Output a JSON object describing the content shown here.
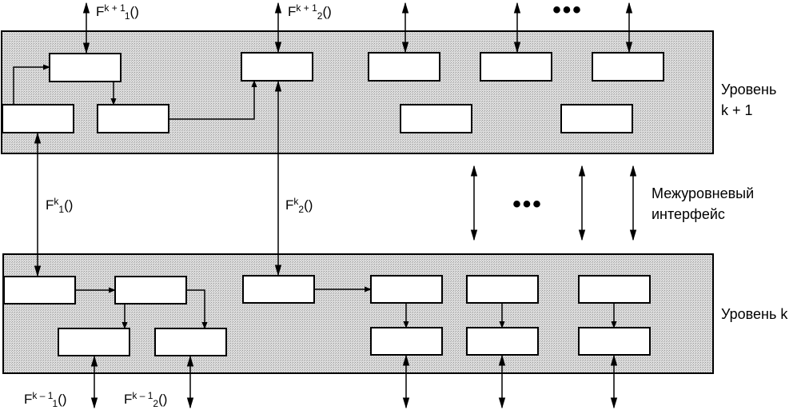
{
  "layers": {
    "upper": {
      "label_line1": "Уровень",
      "label_line2": "k + 1"
    },
    "interface": {
      "label_line1": "Межуровневый",
      "label_line2": "интерфейс"
    },
    "lower": {
      "label": "Уровень k"
    }
  },
  "functions": {
    "upper_1": {
      "base": "F",
      "sup": "k + 1",
      "sub": "1",
      "tail": "()"
    },
    "upper_2": {
      "base": "F",
      "sup": "k + 1",
      "sub": "2",
      "tail": "()"
    },
    "inter_1": {
      "base": "F",
      "sup": "k",
      "sub": "1",
      "tail": "()"
    },
    "inter_2": {
      "base": "F",
      "sup": "k",
      "sub": "2",
      "tail": "()"
    },
    "lower_1": {
      "base": "F",
      "sup": "k – 1",
      "sub": "1",
      "tail": "()"
    },
    "lower_2": {
      "base": "F",
      "sup": "k – 1",
      "sub": "2",
      "tail": "()"
    }
  },
  "ellipsis": [
    "•••",
    "•••"
  ],
  "colors": {
    "layer_fill": "#d6d6d6",
    "stroke": "#000000",
    "box_fill": "#ffffff"
  }
}
